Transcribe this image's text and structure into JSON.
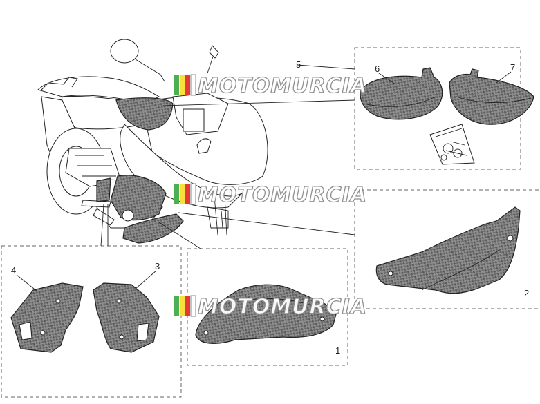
{
  "watermark": {
    "brand": "MOTOMURCIA",
    "colors": [
      "#4caf50",
      "#f6e03b",
      "#e53935"
    ]
  },
  "callouts": [
    {
      "id": "1",
      "label": "1"
    },
    {
      "id": "2",
      "label": "2"
    },
    {
      "id": "3",
      "label": "3"
    },
    {
      "id": "4",
      "label": "4"
    },
    {
      "id": "5",
      "label": "5"
    },
    {
      "id": "6",
      "label": "6"
    },
    {
      "id": "7",
      "label": "7"
    }
  ]
}
